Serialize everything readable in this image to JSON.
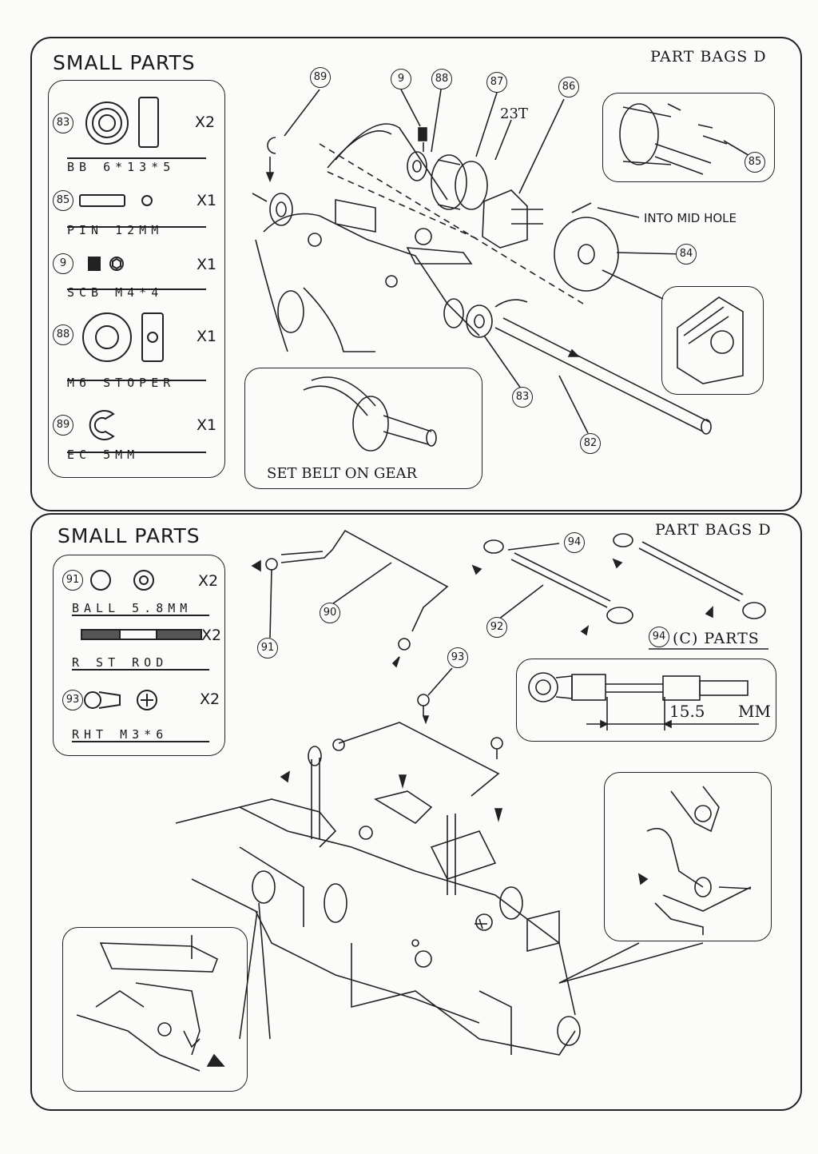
{
  "top": {
    "title": "SMALL PARTS",
    "bags": "PART BAGS D",
    "parts": [
      {
        "num": "83",
        "qty": "X2",
        "label": "BB 6*13*5"
      },
      {
        "num": "85",
        "qty": "X1",
        "label": "PIN 12MM"
      },
      {
        "num": "9",
        "qty": "X1",
        "label": "SCB M4*4"
      },
      {
        "num": "88",
        "qty": "X1",
        "label": "M6 STOPER"
      },
      {
        "num": "89",
        "qty": "X1",
        "label": "EC 5MM"
      }
    ],
    "callouts": {
      "c89": "89",
      "c9": "9",
      "c88": "88",
      "c87": "87",
      "c86": "86",
      "c85": "85",
      "c84": "84",
      "c83": "83",
      "c82": "82"
    },
    "gear_label": "23T",
    "into_mid_hole": "INTO MID HOLE",
    "set_belt": "SET BELT ON GEAR"
  },
  "bottom": {
    "title": "SMALL PARTS",
    "bags": "PART BAGS D",
    "parts": [
      {
        "num": "91",
        "qty": "X2",
        "label": "BALL 5.8MM"
      },
      {
        "num": "",
        "qty": "X2",
        "label": "R ST ROD"
      },
      {
        "num": "93",
        "qty": "X2",
        "label": "RHT M3*6"
      }
    ],
    "callouts": {
      "c91": "91",
      "c90": "90",
      "c92": "92",
      "c93": "93",
      "c94": "94",
      "c94b": "94"
    },
    "c_parts": "(C) PARTS",
    "dimension": "15.5",
    "dim_unit": "MM"
  }
}
